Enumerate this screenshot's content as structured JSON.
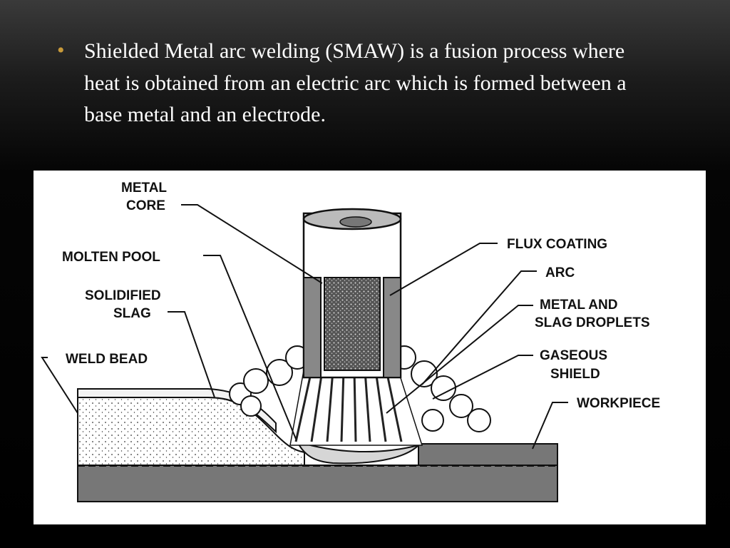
{
  "slide": {
    "bullet_symbol": "•",
    "bullet_text": "Shielded Metal arc welding (SMAW) is a fusion process where heat is obtained from an electric arc which is formed between a base metal and an electrode.",
    "accent_color": "#c89a3a",
    "text_color": "#ffffff",
    "background": "#000000"
  },
  "diagram": {
    "labels": {
      "metal": "METAL",
      "core": "CORE",
      "molten_pool": "MOLTEN POOL",
      "solidified": "SOLIDIFIED",
      "slag": "SLAG",
      "weld_bead": "WELD BEAD",
      "flux_coating": "FLUX COATING",
      "arc": "ARC",
      "metal_and": "METAL AND",
      "slag_droplets": "SLAG DROPLETS",
      "gaseous": "GASEOUS",
      "shield": "SHIELD",
      "workpiece": "WORKPIECE"
    }
  }
}
